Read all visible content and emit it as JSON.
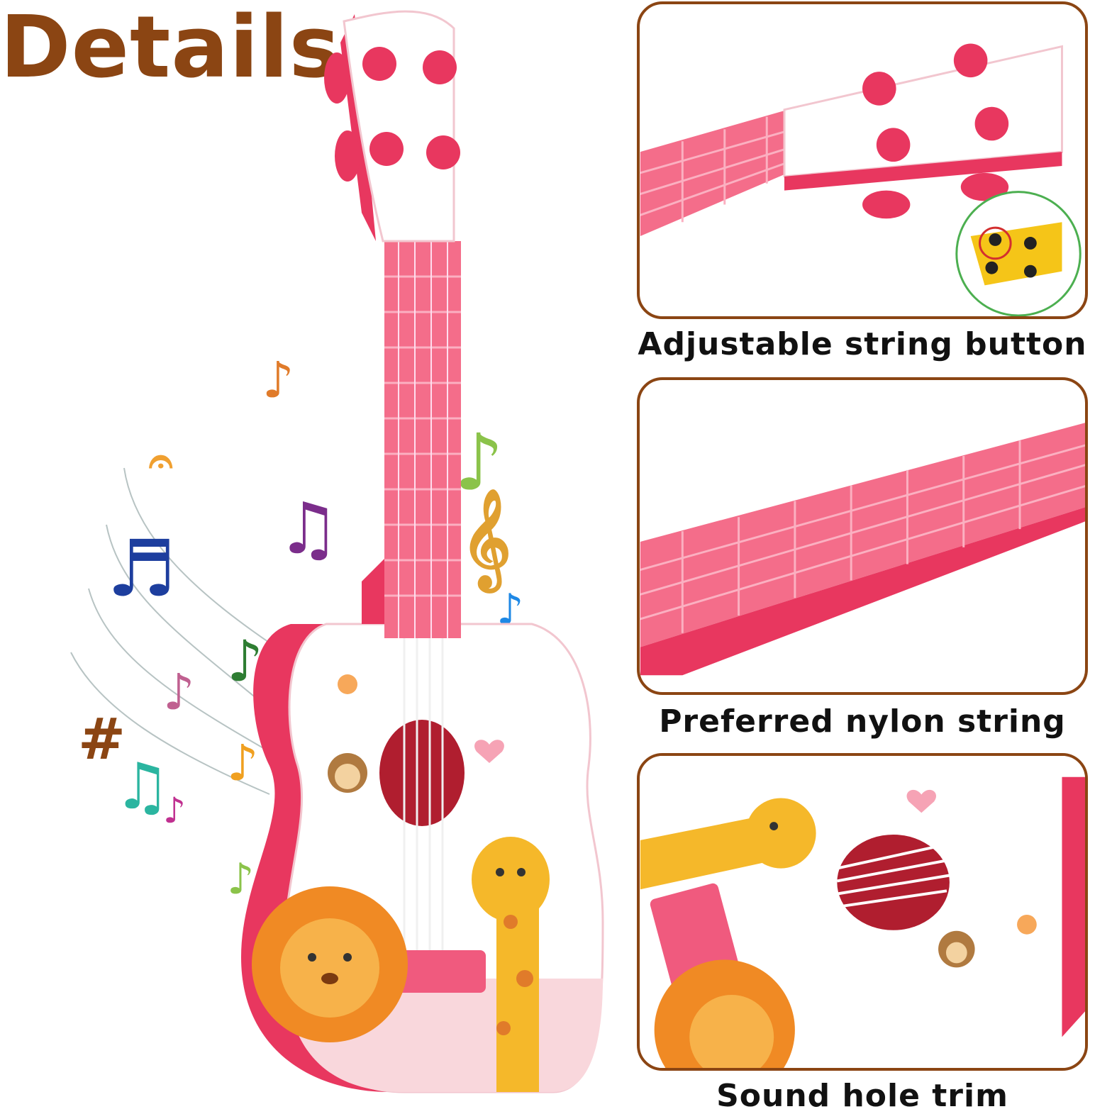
{
  "title": "Details:",
  "panels": [
    {
      "caption": "Adjustable string button"
    },
    {
      "caption": "Preferred nylon string"
    },
    {
      "caption": "Sound hole trim"
    }
  ],
  "colors": {
    "title": "#8b4513",
    "frame": "#8b4513",
    "ukulele": "#e8375f",
    "fretboard": "#f46d8a"
  }
}
